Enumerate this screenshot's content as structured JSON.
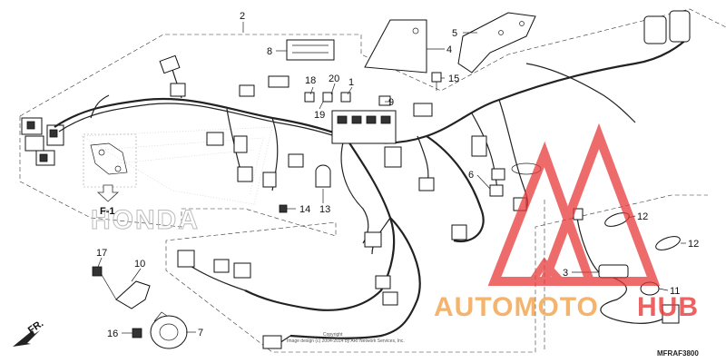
{
  "parts": {
    "p1": "1",
    "p2": "2",
    "p3": "3",
    "p4": "4",
    "p5": "5",
    "p6": "6",
    "p7": "7",
    "p8": "8",
    "p9": "9",
    "p10": "10",
    "p11": "11",
    "p12a": "12",
    "p12b": "12",
    "p13": "13",
    "p14": "14",
    "p15": "15",
    "p16": "16",
    "p17": "17",
    "p18": "18",
    "p19": "19",
    "p20": "20"
  },
  "f1_label": "F-1",
  "honda_text": "HONDA",
  "front_label": "FR.",
  "copyright_line1": "Copyright",
  "copyright_line2": "Image design (c) 2004-2014 by ARI Network Services, Inc.",
  "diagram_code": "MFRAF3800",
  "watermark": {
    "part1": "AUTOMOTO",
    "part2": "HUB",
    "color_main": "#f2a24a",
    "color_accent": "#e83a3a"
  }
}
